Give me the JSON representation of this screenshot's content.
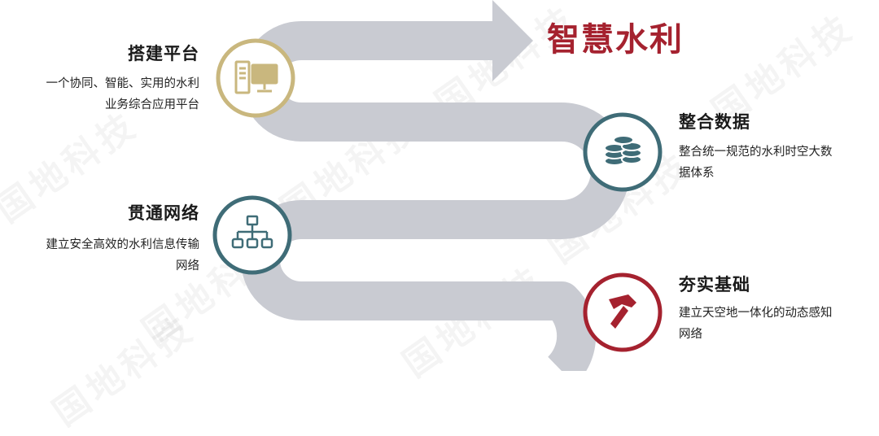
{
  "title": "智慧水利",
  "watermark": "国地科技",
  "colors": {
    "path": "#c9cbd2",
    "title": "#a5222f",
    "gold": "#c9b77e",
    "teal": "#3f6c77",
    "red": "#a5222f"
  },
  "steps": [
    {
      "id": "platform",
      "title": "搭建平台",
      "icon": "computer-icon",
      "color": "gold",
      "desc": [
        "一个协同、智能、实用的水利",
        "业务综合应用平台"
      ]
    },
    {
      "id": "data",
      "title": "整合数据",
      "icon": "database-icon",
      "color": "teal",
      "desc": [
        "整合统一规范的水利时空大数",
        "据体系"
      ]
    },
    {
      "id": "network",
      "title": "贯通网络",
      "icon": "network-icon",
      "color": "teal",
      "desc": [
        "建立安全高效的水利信息传输",
        "网络"
      ]
    },
    {
      "id": "foundation",
      "title": "夯实基础",
      "icon": "hammer-icon",
      "color": "red",
      "desc": [
        "建立天空地一体化的动态感知",
        "网络"
      ]
    }
  ]
}
